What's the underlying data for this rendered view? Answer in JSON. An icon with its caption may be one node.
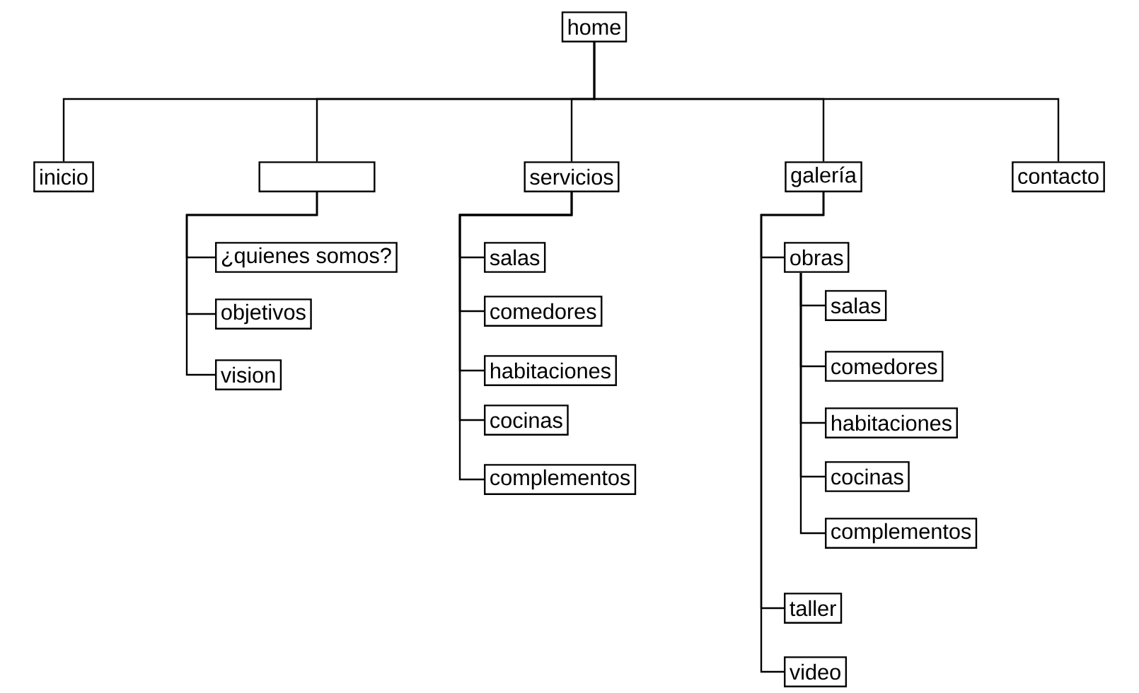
{
  "diagram": {
    "nodes": [
      {
        "text": [
          "home"
        ]
      },
      {
        "text": [
          "inicio"
        ]
      },
      {
        "text": [],
        "shape": "box"
      },
      {
        "text": [
          "servicios"
        ]
      },
      {
        "text": [
          "galería"
        ]
      },
      {
        "text": [
          "contacto"
        ]
      },
      {
        "text": [
          "¿quienes somos?"
        ]
      },
      {
        "text": [
          "objetivos"
        ]
      },
      {
        "text": [
          "vision"
        ]
      },
      {
        "text": [
          "salas"
        ]
      },
      {
        "text": [
          "comedores"
        ]
      },
      {
        "text": [
          "habitaciones"
        ]
      },
      {
        "text": [
          "cocinas"
        ]
      },
      {
        "text": [
          "complementos"
        ]
      },
      {
        "text": [
          "obras"
        ]
      },
      {
        "text": [
          "salas"
        ]
      },
      {
        "text": [
          "comedores"
        ]
      },
      {
        "text": [
          "habitaciones"
        ]
      },
      {
        "text": [
          "cocinas"
        ]
      },
      {
        "text": [
          "complementos"
        ]
      },
      {
        "text": [
          "taller"
        ]
      },
      {
        "text": [
          "video"
        ]
      }
    ],
    "edges": [
      {
        "from": 0,
        "to": 1,
        "arrow": "none"
      },
      {
        "from": 0,
        "to": 2,
        "arrow": "none"
      },
      {
        "from": 0,
        "to": 3,
        "arrow": "none"
      },
      {
        "from": 0,
        "to": 4,
        "arrow": "none"
      },
      {
        "from": 0,
        "to": 5,
        "arrow": "none"
      },
      {
        "from": 2,
        "to": 6,
        "arrow": "none"
      },
      {
        "from": 2,
        "to": 7,
        "arrow": "none"
      },
      {
        "from": 2,
        "to": 8,
        "arrow": "none"
      },
      {
        "from": 3,
        "to": 9,
        "arrow": "none"
      },
      {
        "from": 3,
        "to": 10,
        "arrow": "none"
      },
      {
        "from": 3,
        "to": 11,
        "arrow": "none"
      },
      {
        "from": 3,
        "to": 12,
        "arrow": "none"
      },
      {
        "from": 3,
        "to": 13,
        "arrow": "none"
      },
      {
        "from": 4,
        "to": 14,
        "arrow": "none"
      },
      {
        "from": 14,
        "to": 15,
        "arrow": "none"
      },
      {
        "from": 14,
        "to": 16,
        "arrow": "none"
      },
      {
        "from": 14,
        "to": 17,
        "arrow": "none"
      },
      {
        "from": 14,
        "to": 18,
        "arrow": "none"
      },
      {
        "from": 14,
        "to": 19,
        "arrow": "none"
      },
      {
        "from": 4,
        "to": 20,
        "arrow": "none"
      },
      {
        "from": 4,
        "to": 21,
        "arrow": "none"
      }
    ]
  }
}
